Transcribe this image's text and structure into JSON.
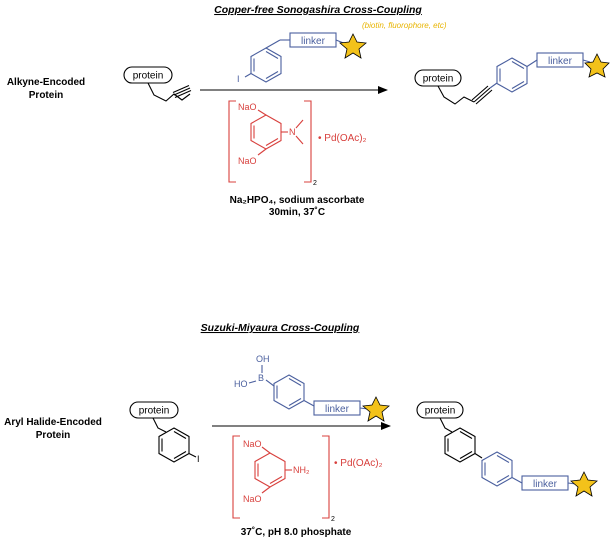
{
  "colors": {
    "ink": "#000000",
    "blue": "#4a5f9e",
    "red": "#d8403d",
    "gold": "#e8b400",
    "star": "#f3c21a"
  },
  "top": {
    "title": "Copper-free Sonogashira Cross-Coupling",
    "substrate_label_line1": "Alkyne-Encoded",
    "substrate_label_line2": "Protein",
    "protein": "protein",
    "aryl_iodide_atom": "I",
    "linker": "linker",
    "payload_note": "(biotin, fluorophore, etc)",
    "ligand_na1": "NaO",
    "ligand_na2": "NaO",
    "ligand_amine": "N",
    "ligand_subscript": "2",
    "pd_catalyst": "• Pd(OAc)₂",
    "conditions_line1": "Na₂HPO₄, sodium ascorbate",
    "conditions_line2": "30min, 37˚C",
    "product_protein": "protein",
    "product_linker": "linker"
  },
  "bottom": {
    "title": "Suzuki-Miyaura Cross-Coupling",
    "substrate_label_line1": "Aryl Halide-Encoded",
    "substrate_label_line2": "Protein",
    "protein": "protein",
    "aryl_iodide_atom": "I",
    "boron_atom": "B",
    "oh_top": "OH",
    "oh_left": "HO",
    "linker": "linker",
    "ligand_na1": "NaO",
    "ligand_na2": "NaO",
    "ligand_nh2": "NH₂",
    "ligand_subscript": "2",
    "pd_catalyst": "• Pd(OAc)₂",
    "conditions": "37˚C, pH 8.0 phosphate",
    "product_protein": "protein",
    "product_linker": "linker"
  }
}
